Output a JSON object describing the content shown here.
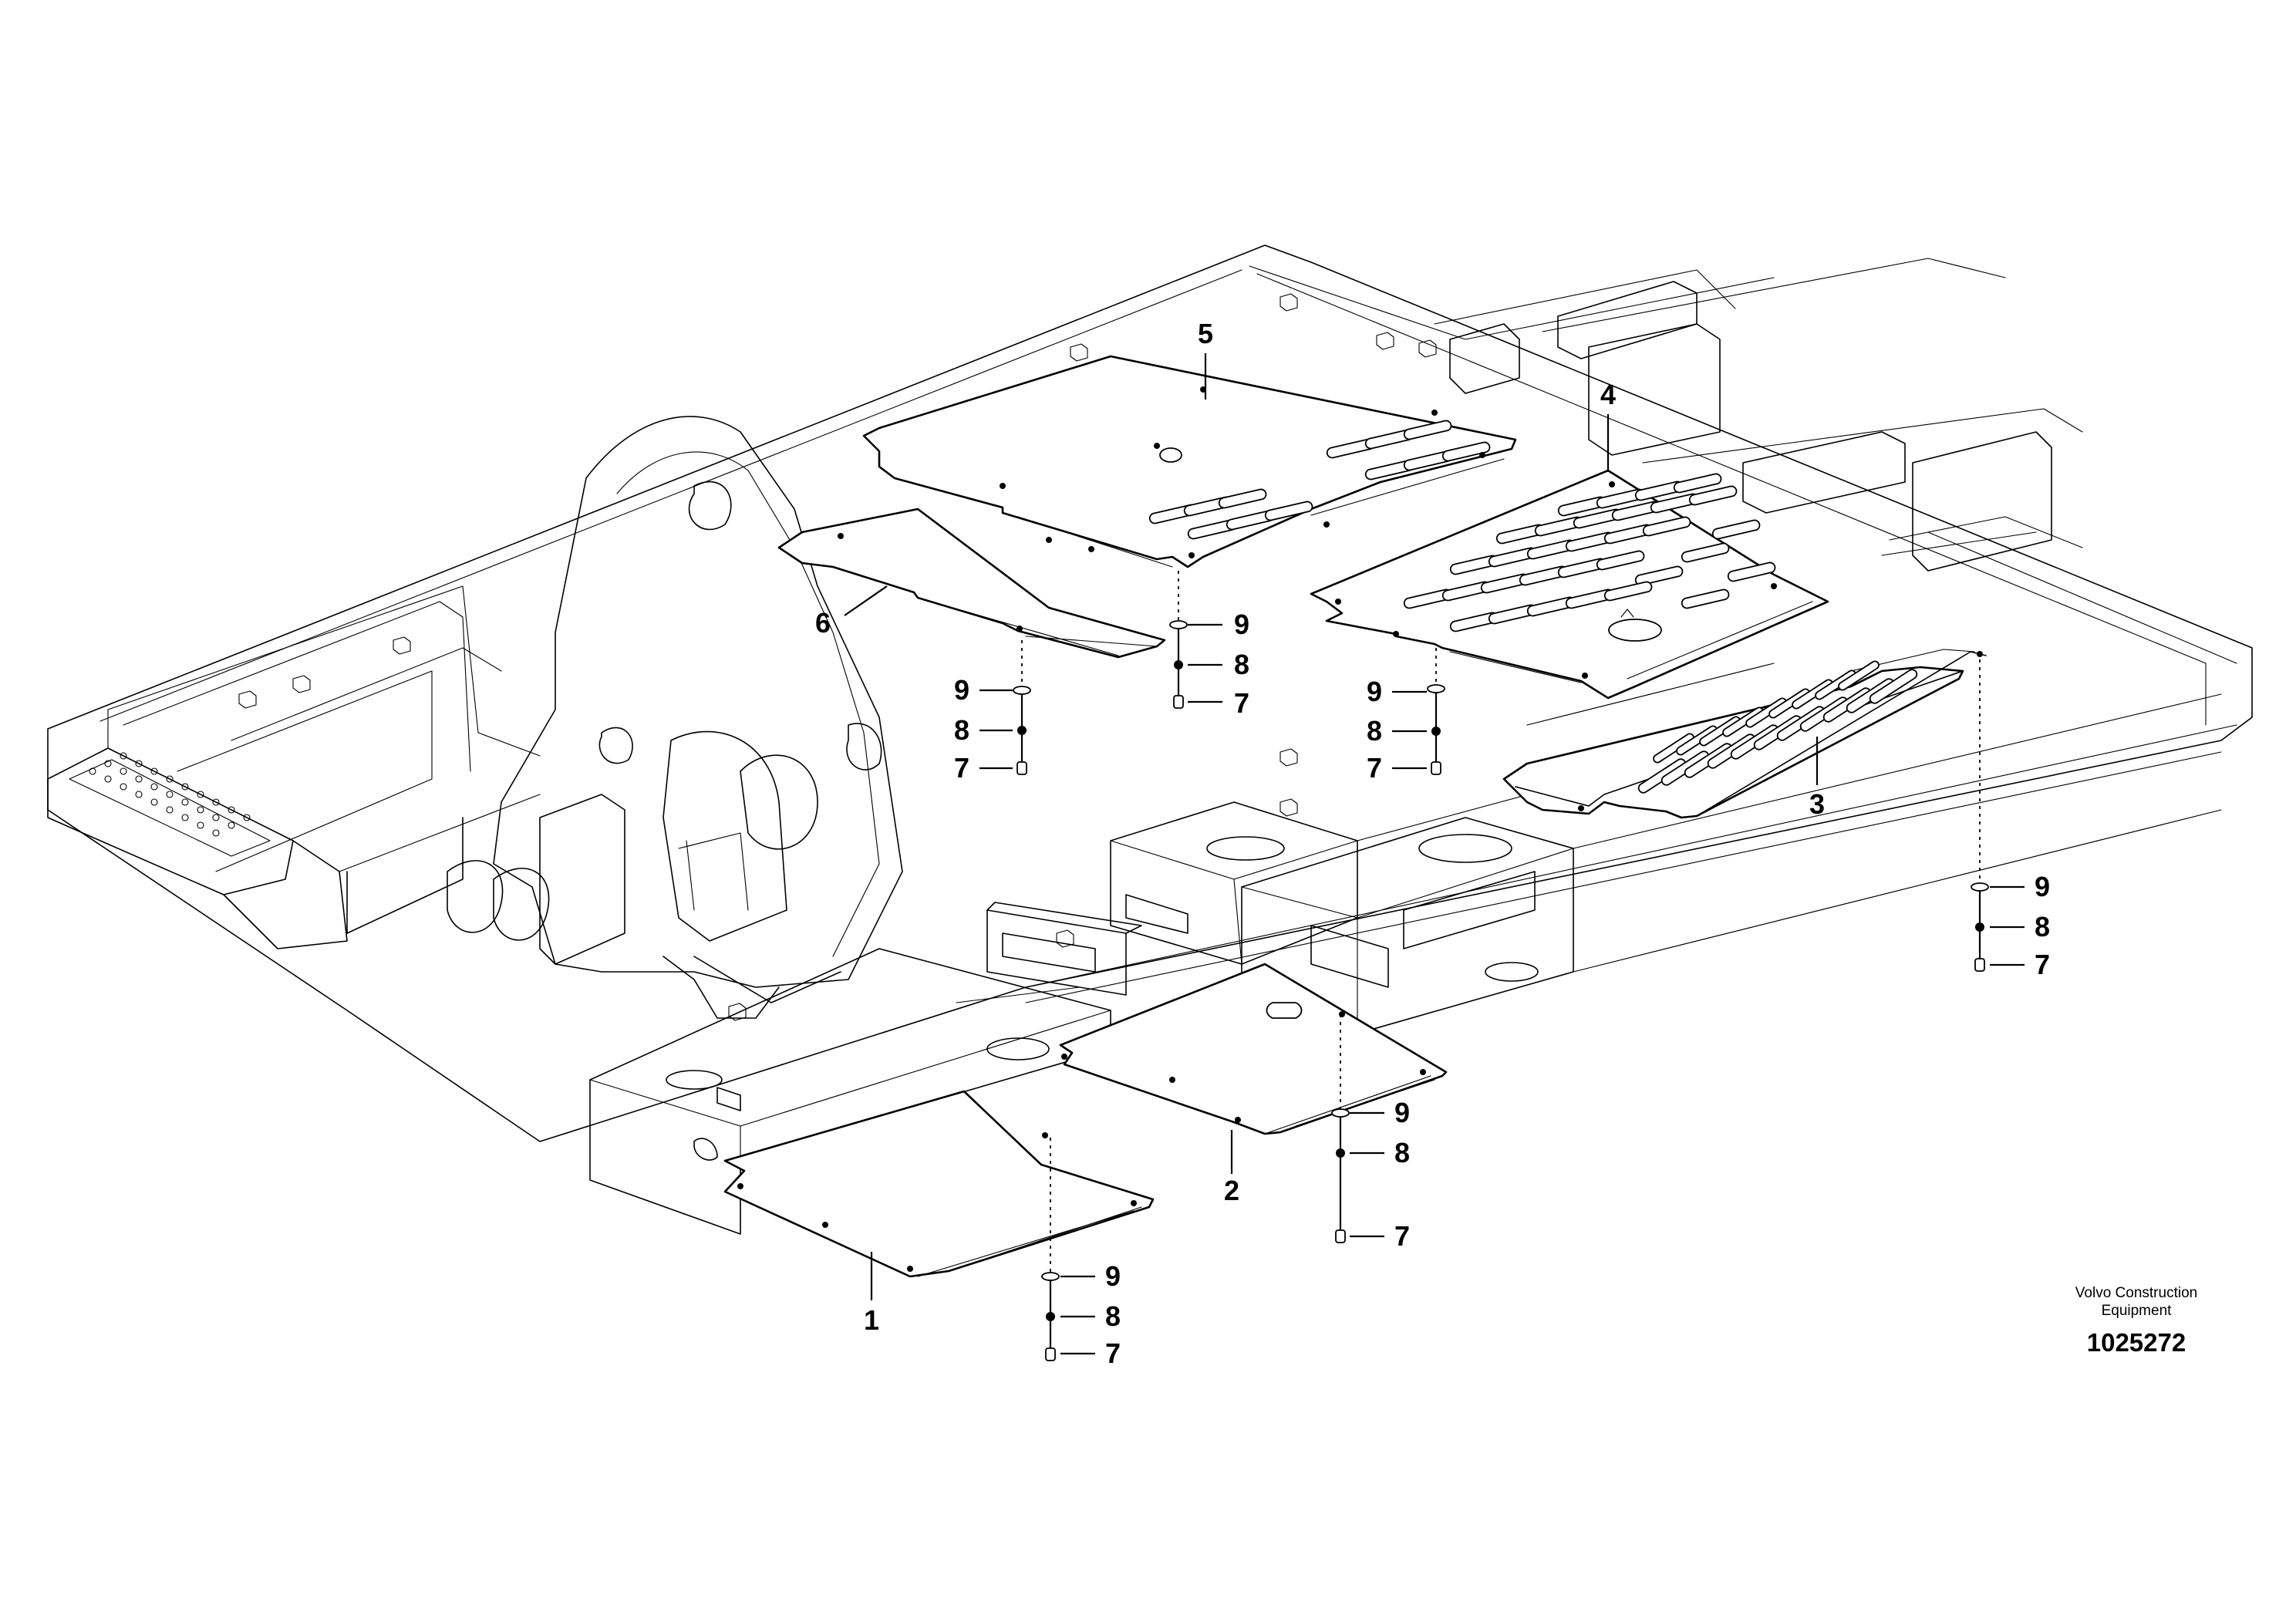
{
  "diagram": {
    "callouts": [
      {
        "id": "c1",
        "label": "1"
      },
      {
        "id": "c2",
        "label": "2"
      },
      {
        "id": "c3",
        "label": "3"
      },
      {
        "id": "c4",
        "label": "4"
      },
      {
        "id": "c5",
        "label": "5"
      },
      {
        "id": "c6",
        "label": "6"
      },
      {
        "id": "c7a",
        "label": "7"
      },
      {
        "id": "c7b",
        "label": "7"
      },
      {
        "id": "c7c",
        "label": "7"
      },
      {
        "id": "c7d",
        "label": "7"
      },
      {
        "id": "c7e",
        "label": "7"
      },
      {
        "id": "c7f",
        "label": "7"
      },
      {
        "id": "c8a",
        "label": "8"
      },
      {
        "id": "c8b",
        "label": "8"
      },
      {
        "id": "c8c",
        "label": "8"
      },
      {
        "id": "c8d",
        "label": "8"
      },
      {
        "id": "c8e",
        "label": "8"
      },
      {
        "id": "c8f",
        "label": "8"
      },
      {
        "id": "c9a",
        "label": "9"
      },
      {
        "id": "c9b",
        "label": "9"
      },
      {
        "id": "c9c",
        "label": "9"
      },
      {
        "id": "c9d",
        "label": "9"
      },
      {
        "id": "c9e",
        "label": "9"
      },
      {
        "id": "c9f",
        "label": "9"
      }
    ]
  },
  "brand": {
    "line1": "Volvo Construction",
    "line2": "Equipment"
  },
  "document_number": "1025272",
  "colors": {
    "line": "#000000",
    "background": "#ffffff"
  }
}
